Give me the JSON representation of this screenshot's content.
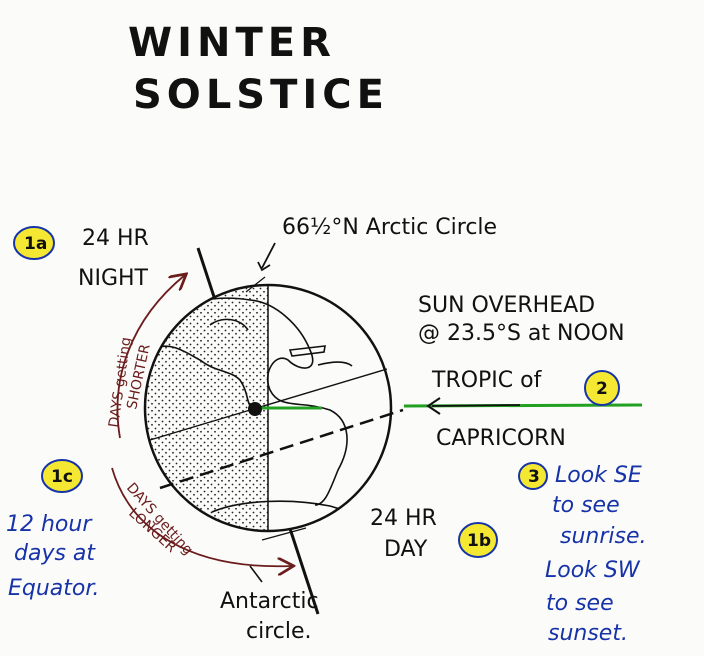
{
  "title": {
    "line1": "WINTER",
    "line2": "SOLSTICE"
  },
  "labels": {
    "arctic_circle": "66½°N Arctic Circle",
    "night_24hr_line1": "24 HR",
    "night_24hr_line2": "NIGHT",
    "days_shorter_line1": "DAYS getting",
    "days_shorter_line2": "SHORTER",
    "days_longer_line1": "DAYS getting",
    "days_longer_line2": "LONGER",
    "sun_overhead_line1": "SUN OVERHEAD",
    "sun_overhead_line2": "@ 23.5°S at NOON",
    "tropic_line1": "TROPIC of",
    "tropic_line2": "CAPRICORN",
    "day_24hr_line1": "24 HR",
    "day_24hr_line2": "DAY",
    "antarctic_line1": "Antarctic",
    "antarctic_line2": "circle."
  },
  "notes": {
    "equator_line1": "12 hour",
    "equator_line2": "days at",
    "equator_line3": "Equator.",
    "look_line1": "Look SE",
    "look_line2": "to see",
    "look_line3": "sunrise.",
    "look_line4": "Look SW",
    "look_line5": "to see",
    "look_line6": "sunset."
  },
  "badges": {
    "b1a": "1a",
    "b1b": "1b",
    "b1c": "1c",
    "b2": "2",
    "b3": "3"
  },
  "colors": {
    "highlight": "#f5e832",
    "ink_blue": "#1733a8",
    "sun_ray": "#22a022",
    "arrow_brown": "#6b1d1d"
  }
}
